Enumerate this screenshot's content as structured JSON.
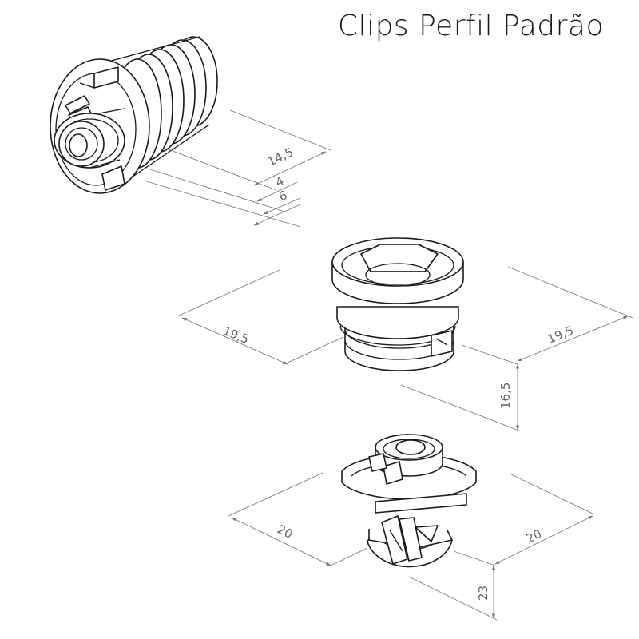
{
  "title": "Clips Perfil Padrão",
  "colors": {
    "line": "#1a1a1a",
    "dimension": "#7a7a7a",
    "dimension_text": "#666666"
  },
  "parts": {
    "threaded_clip": {
      "dims": [
        "14,5",
        "4",
        "6"
      ]
    },
    "hex_insert": {
      "dims": [
        "19,5",
        "19,5",
        "16,5"
      ]
    },
    "split_clip": {
      "dims": [
        "20",
        "20",
        "23"
      ]
    }
  }
}
